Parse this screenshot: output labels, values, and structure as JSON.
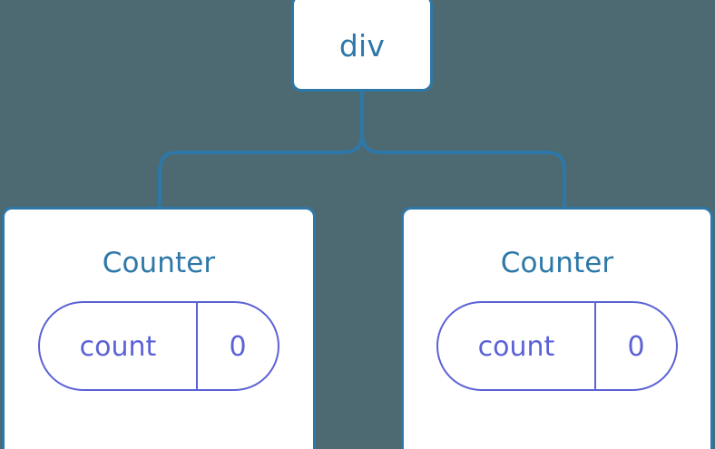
{
  "diagram": {
    "type": "component-tree",
    "background_color": "#4d6a72",
    "node_border_color": "#2d78a8",
    "node_text_color": "#2d78a8",
    "state_color": "#5b62d6",
    "connector_color": "#2d78a8",
    "root": {
      "label": "div"
    },
    "children": [
      {
        "label": "Counter",
        "state": {
          "key": "count",
          "value": "0"
        }
      },
      {
        "label": "Counter",
        "state": {
          "key": "count",
          "value": "0"
        }
      }
    ]
  }
}
